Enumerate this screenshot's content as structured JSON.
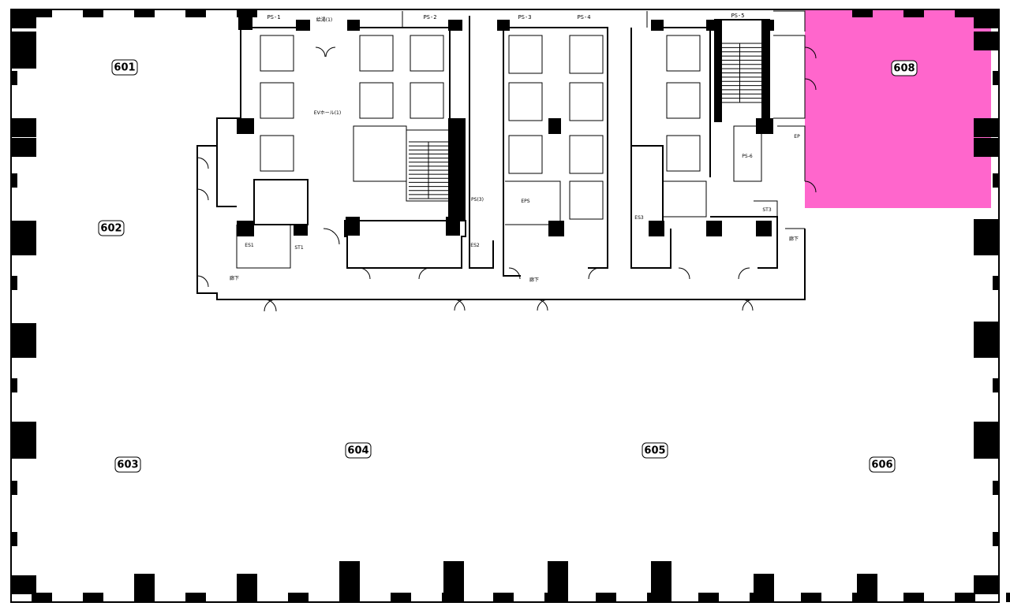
{
  "units": [
    {
      "id": "601",
      "label": "601",
      "highlighted": false
    },
    {
      "id": "602",
      "label": "602",
      "highlighted": false
    },
    {
      "id": "603",
      "label": "603",
      "highlighted": false
    },
    {
      "id": "604",
      "label": "604",
      "highlighted": false
    },
    {
      "id": "605",
      "label": "605",
      "highlighted": false
    },
    {
      "id": "606",
      "label": "606",
      "highlighted": false
    },
    {
      "id": "608",
      "label": "608",
      "highlighted": true
    }
  ],
  "highlight_color": "#ff66cc",
  "pipe_spaces": [
    "PS-1",
    "PS-2",
    "PS-3",
    "PS-4",
    "PS-5"
  ],
  "core_labels": {
    "ev_hall": "EVホール(1)",
    "corridor": "廊下",
    "es1": "ES1",
    "es2": "ES2",
    "es3": "ES3",
    "st1": "ST1",
    "st3": "ST3",
    "eps": "EPS",
    "eps_short": "EP",
    "ps6": "PS-6",
    "kitchen": "給湯(1)",
    "ps_c": "PS(3)"
  }
}
